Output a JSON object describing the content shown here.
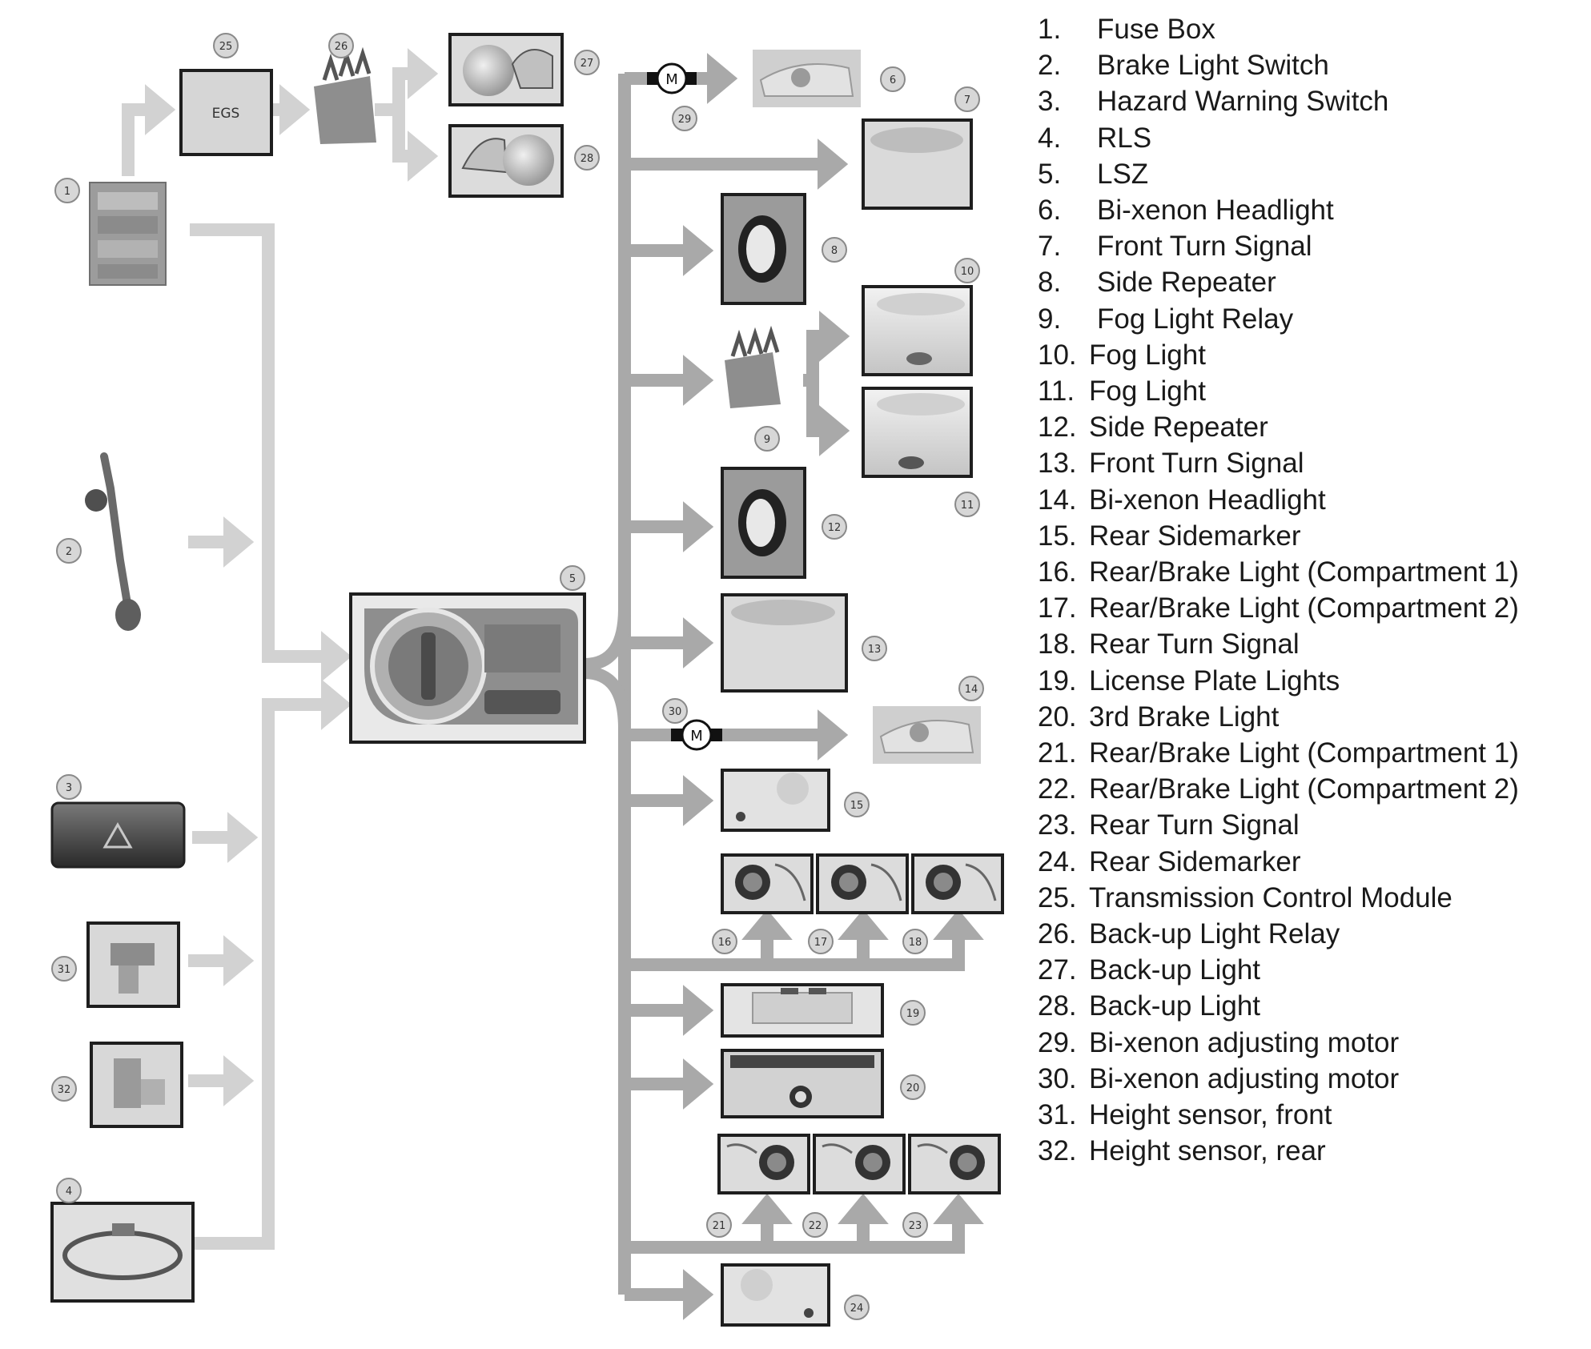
{
  "legend": [
    {
      "num": "1.",
      "label": "Fuse Box"
    },
    {
      "num": "2.",
      "label": "Brake Light Switch"
    },
    {
      "num": "3.",
      "label": "Hazard Warning Switch"
    },
    {
      "num": "4.",
      "label": "RLS"
    },
    {
      "num": "5.",
      "label": "LSZ"
    },
    {
      "num": "6.",
      "label": "Bi-xenon Headlight"
    },
    {
      "num": "7.",
      "label": "Front Turn Signal"
    },
    {
      "num": "8.",
      "label": "Side Repeater"
    },
    {
      "num": "9.",
      "label": "Fog Light Relay"
    },
    {
      "num": "10.",
      "label": "Fog Light"
    },
    {
      "num": "11.",
      "label": "Fog Light"
    },
    {
      "num": "12.",
      "label": "Side Repeater"
    },
    {
      "num": "13.",
      "label": "Front Turn Signal"
    },
    {
      "num": "14.",
      "label": "Bi-xenon Headlight"
    },
    {
      "num": "15.",
      "label": "Rear Sidemarker"
    },
    {
      "num": "16.",
      "label": "Rear/Brake Light (Compartment 1)"
    },
    {
      "num": "17.",
      "label": "Rear/Brake Light (Compartment 2)"
    },
    {
      "num": "18.",
      "label": "Rear Turn Signal"
    },
    {
      "num": "19.",
      "label": "License Plate Lights"
    },
    {
      "num": "20.",
      "label": "3rd Brake Light"
    },
    {
      "num": "21.",
      "label": "Rear/Brake Light (Compartment 1)"
    },
    {
      "num": "22.",
      "label": "Rear/Brake Light (Compartment 2)"
    },
    {
      "num": "23.",
      "label": "Rear Turn Signal"
    },
    {
      "num": "24.",
      "label": "Rear Sidemarker"
    },
    {
      "num": "25.",
      "label": "Transmission Control Module"
    },
    {
      "num": "26.",
      "label": "Back-up Light Relay"
    },
    {
      "num": "27.",
      "label": "Back-up Light"
    },
    {
      "num": "28.",
      "label": "Back-up Light"
    },
    {
      "num": "29.",
      "label": "Bi-xenon adjusting motor"
    },
    {
      "num": "30.",
      "label": "Bi-xenon adjusting motor"
    },
    {
      "num": "31.",
      "label": "Height sensor, front"
    },
    {
      "num": "32.",
      "label": "Height sensor, rear"
    }
  ],
  "module_labels": {
    "egs": "EGS",
    "motor_symbol": "M"
  },
  "callouts": [
    "1",
    "2",
    "3",
    "4",
    "5",
    "6",
    "7",
    "8",
    "9",
    "10",
    "11",
    "12",
    "13",
    "14",
    "15",
    "16",
    "17",
    "18",
    "19",
    "20",
    "21",
    "22",
    "23",
    "24",
    "25",
    "26",
    "27",
    "28",
    "29",
    "30",
    "31",
    "32"
  ],
  "colors": {
    "arrow_light": "#d2d2d2",
    "arrow_dark": "#a9a9a9",
    "component_frame": "#1e1e1e",
    "callout_fill": "#d7d7d7"
  }
}
